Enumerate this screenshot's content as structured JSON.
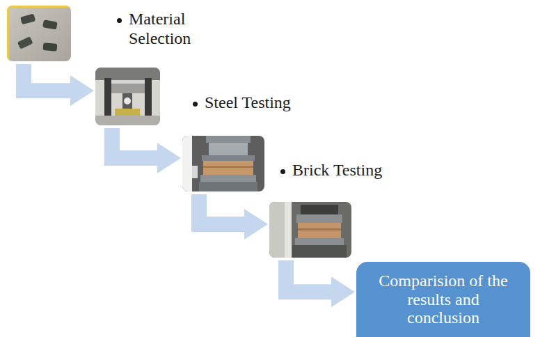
{
  "diagram": {
    "nodes": [
      {
        "text": [
          "Material Selection"
        ]
      },
      {
        "text": [
          "Steel Testing"
        ]
      },
      {
        "text": [
          "Brick Testing"
        ]
      },
      {
        "text": []
      },
      {
        "text": [
          "Comparision of the results and conclusion"
        ]
      }
    ],
    "edges": [
      {
        "from": 0,
        "to": 1,
        "arrow": "to"
      },
      {
        "from": 1,
        "to": 2,
        "arrow": "to"
      },
      {
        "from": 2,
        "to": 3,
        "arrow": "to"
      },
      {
        "from": 3,
        "to": 4,
        "arrow": "to"
      }
    ]
  }
}
